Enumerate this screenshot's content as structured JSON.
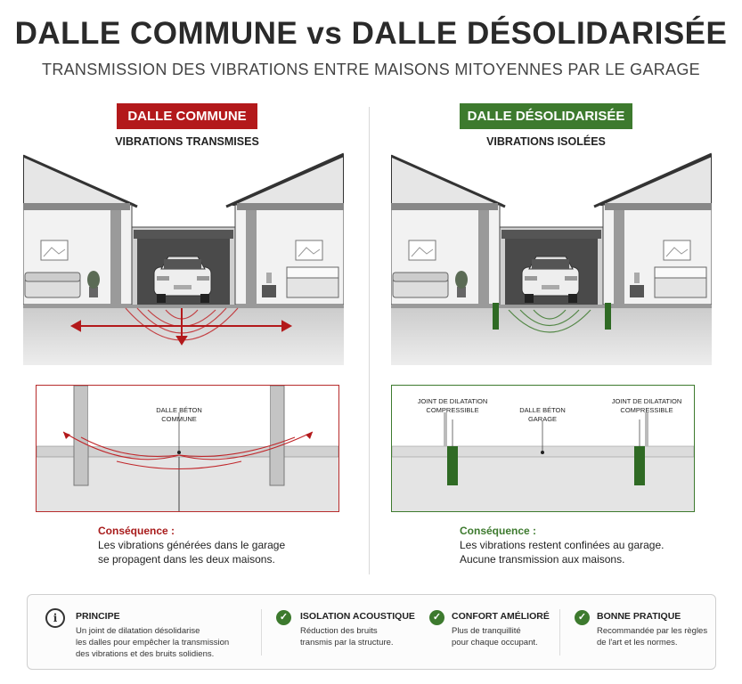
{
  "header": {
    "title": "DALLE COMMUNE vs DALLE DÉSOLIDARISÉE",
    "subtitle": "TRANSMISSION DES VIBRATIONS ENTRE MAISONS MITOYENNES PAR LE GARAGE"
  },
  "left_panel": {
    "badge": "DALLE COMMUNE",
    "subtitle": "VIBRATIONS TRANSMISES",
    "accent_color": "#b3191b",
    "detail_label_1": "DALLE BÉTON",
    "detail_label_2": "COMMUNE",
    "consequence_head": "Conséquence :",
    "consequence_line1": "Les vibrations générées dans le garage",
    "consequence_line2": "se propagent dans les deux maisons."
  },
  "right_panel": {
    "badge": "DALLE DÉSOLIDARISÉE",
    "subtitle": "VIBRATIONS ISOLÉES",
    "accent_color": "#3d7a2e",
    "joint_left_1": "JOINT DE DILATATION",
    "joint_left_2": "COMPRESSIBLE",
    "slab_1": "DALLE BÉTON",
    "slab_2": "GARAGE",
    "joint_right_1": "JOINT DE DILATATION",
    "joint_right_2": "COMPRESSIBLE",
    "consequence_head": "Conséquence :",
    "consequence_line1": "Les vibrations restent confinées au garage.",
    "consequence_line2": "Aucune transmission aux maisons."
  },
  "info_bar": {
    "principe": {
      "icon": "info-icon",
      "title": "PRINCIPE",
      "l1": "Un joint de dilatation désolidarise",
      "l2": "les dalles pour empêcher la transmission",
      "l3": "des vibrations et des bruits solidiens."
    },
    "isolation": {
      "icon": "check-icon",
      "title": "ISOLATION ACOUSTIQUE",
      "l1": "Réduction des bruits",
      "l2": "transmis par la structure."
    },
    "confort": {
      "icon": "check-icon",
      "title": "CONFORT AMÉLIORÉ",
      "l1": "Plus de tranquillité",
      "l2": "pour chaque occupant."
    },
    "pratique": {
      "icon": "check-icon",
      "title": "BONNE PRATIQUE",
      "l1": "Recommandée par les règles",
      "l2": "de l'art et les normes."
    }
  }
}
